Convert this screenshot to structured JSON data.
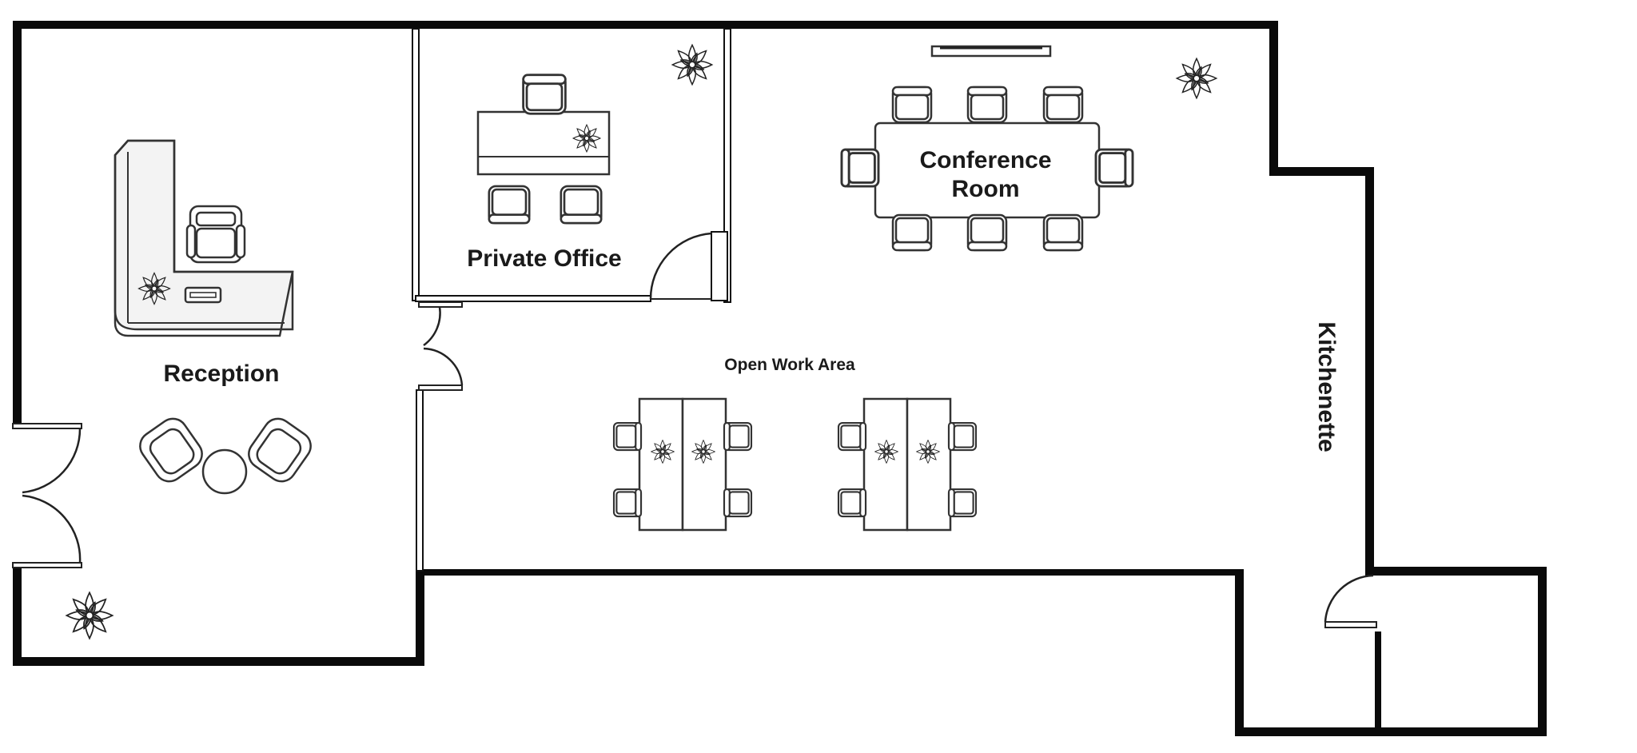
{
  "rooms": {
    "reception": "Reception",
    "private_office": "Private Office",
    "conference_room_line1": "Conference",
    "conference_room_line2": "Room",
    "open_work_area": "Open Work Area",
    "kitchenette": "Kitchenette"
  },
  "icons": {
    "plant": "plant-icon",
    "chair": "chair-icon",
    "armchair": "armchair-icon",
    "monitor": "monitor-icon",
    "tv": "tv-screen-icon"
  },
  "colors": {
    "wall": "#0a0a0a",
    "line": "#333333",
    "background": "#ffffff"
  }
}
